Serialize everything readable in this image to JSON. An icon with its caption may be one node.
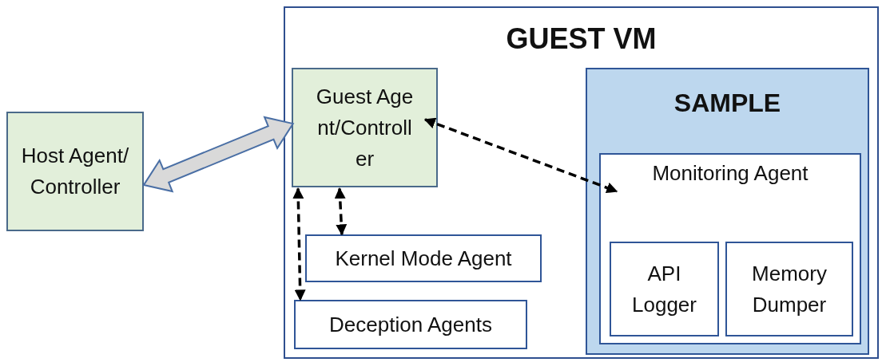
{
  "diagram": {
    "nodes": [
      {
        "text": [
          "Host Agent/ Controller"
        ]
      },
      {
        "text": [
          "GUEST VM"
        ]
      },
      {
        "text": [
          "Guest Agent/Controller"
        ],
        "in": 1
      },
      {
        "text": [
          "Kernel Mode Agent"
        ],
        "in": 1
      },
      {
        "text": [
          "Deception Agents"
        ],
        "in": 1
      },
      {
        "text": [
          "SAMPLE"
        ],
        "in": 1
      },
      {
        "text": [
          "Monitoring Agent"
        ],
        "in": 5
      },
      {
        "text": [
          "API Logger"
        ],
        "in": 6
      },
      {
        "text": [
          "Memory Dumper"
        ],
        "in": 6
      }
    ],
    "edges": [
      {
        "from": 0,
        "to": 2,
        "arrow": "both",
        "style": "thick"
      },
      {
        "from": 2,
        "to": 6,
        "arrow": "both",
        "style": "dashed"
      },
      {
        "from": 2,
        "to": 3,
        "arrow": "both",
        "style": "dashed"
      },
      {
        "from": 2,
        "to": 4,
        "arrow": "both",
        "style": "dashed"
      }
    ]
  }
}
